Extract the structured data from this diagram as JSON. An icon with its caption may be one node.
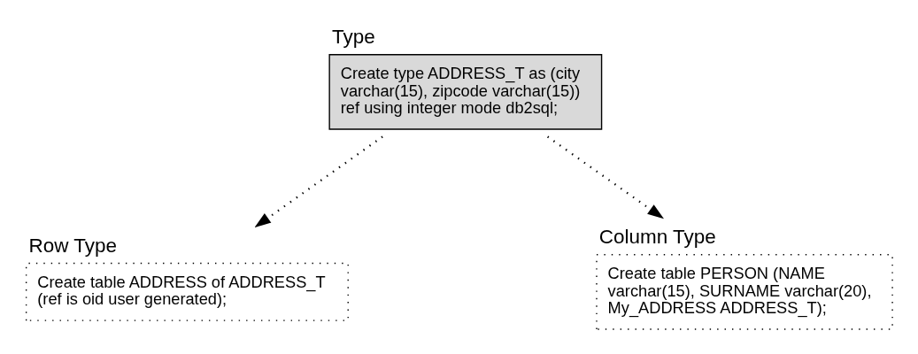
{
  "diagram": {
    "nodes": [
      {
        "text": [
          "Type",
          "Create type ADDRESS_T as (city varchar(15), zipcode varchar(15)) ref using integer mode db2sql;"
        ]
      },
      {
        "text": [
          "Row Type",
          "Create table ADDRESS of ADDRESS_T (ref is oid user generated);"
        ]
      },
      {
        "text": [
          "Column Type",
          "Create table PERSON (NAME varchar(15), SURNAME varchar(20), My_ADDRESS ADDRESS_T);"
        ]
      }
    ],
    "edges": [
      {
        "from": 0,
        "to": 1,
        "arrow": "to",
        "style": "dashed"
      },
      {
        "from": 0,
        "to": 2,
        "arrow": "to",
        "style": "dashed"
      }
    ]
  }
}
